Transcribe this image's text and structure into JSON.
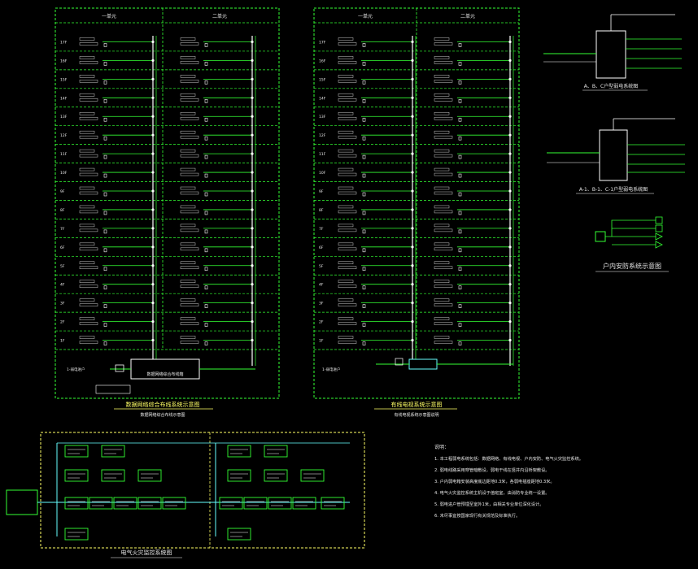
{
  "diagrams": {
    "riser1": {
      "title": "数据网络综合布线系统示意图",
      "subtitle": "数据网络综合布线示意图",
      "col_a": "一单元",
      "col_b": "二单元",
      "bottom_label": "数据网络综合布线箱"
    },
    "riser2": {
      "title": "有线电视系统示意图",
      "subtitle": "有线电视系统示意图说明",
      "col_a": "一单元",
      "col_b": "二单元"
    },
    "household_abc": {
      "title": "A、B、C户型弱电系统图"
    },
    "household_abc1": {
      "title": "A-1、B-1、C-1户型弱电系统图"
    },
    "security": {
      "title": "户内安防系统示意图"
    },
    "fire": {
      "title": "电气火灾监控系统图"
    }
  },
  "floors": [
    "17F",
    "16F",
    "15F",
    "14F",
    "13F",
    "12F",
    "11F",
    "10F",
    "9F",
    "8F",
    "7F",
    "6F",
    "5F",
    "4F",
    "3F",
    "2F",
    "1F"
  ],
  "notes": {
    "heading": "说明：",
    "lines": [
      "1. 本工程弱电系统包括：数据网络、有线电视、户内安防、电气火灾监控系统。",
      "2. 弱电线路采用穿管暗敷设，弱电干线在竖井内沿桥架敷设。",
      "3. 户内弱电箱安装高度底边距地0.3米，各弱电插座距地0.3米。",
      "4. 电气火灾监控系统主机设于值班室，由消防专业统一设置。",
      "5. 弱电进户管预埋至室外1米，由相关专业单位深化设计。",
      "6. 未尽事宜按国家现行有关规范及标准执行。"
    ]
  },
  "colors": {
    "frame": "#33ff33",
    "riser": "#ffffff",
    "text": "#e8e8e8",
    "accent": "#ffff66",
    "wire": "#66ffff"
  }
}
